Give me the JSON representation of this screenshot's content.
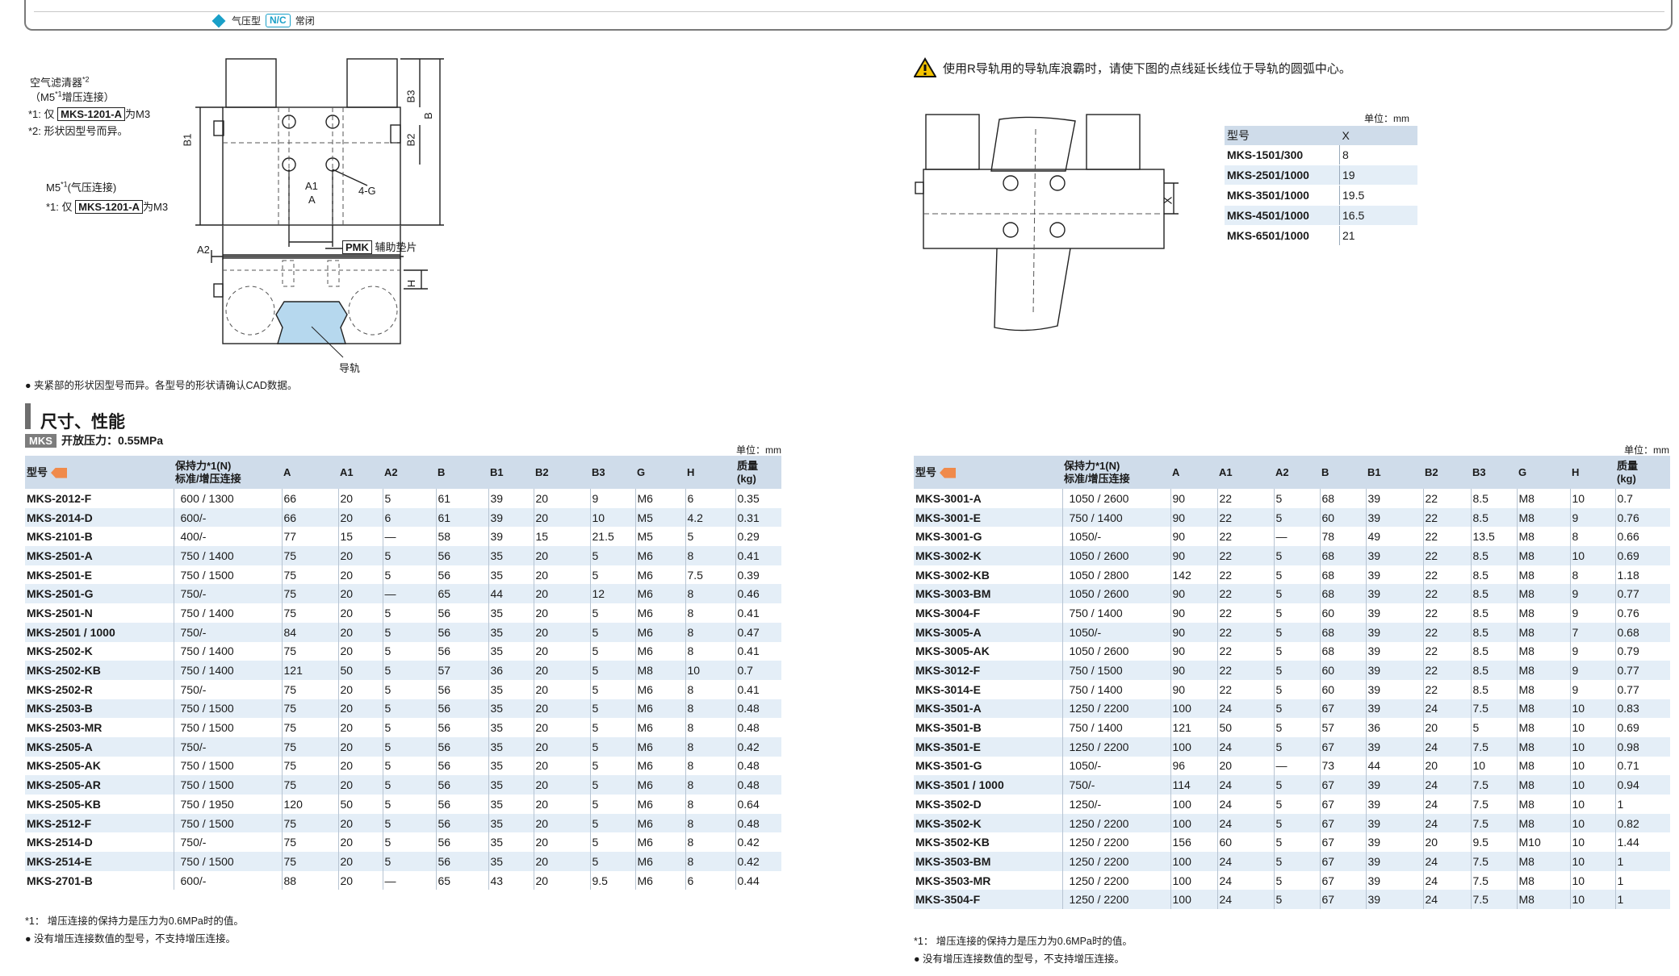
{
  "header": {
    "type_label": "气压型",
    "nc_label": "N/C",
    "nc_text": "常闭"
  },
  "diagram_left": {
    "air_filter": "空气滤清器",
    "air_filter_note": "*2",
    "m5_boost": "（M5",
    "m5_boost_sup": "*1",
    "m5_boost_tail": "增压连接）",
    "note1_pre": "*1: 仅",
    "note1_model": "MKS-1201-A",
    "note1_post": "为M3",
    "note2": "*2: 形状因型号而异。",
    "m5_air": "M5",
    "m5_air_sup": "*1",
    "m5_air_tail": "(气压连接)",
    "note3_pre": "*1: 仅",
    "note3_model": "MKS-1201-A",
    "note3_post": "为M3",
    "dim_A1": "A1",
    "dim_A": "A",
    "dim_4G": "4-G",
    "dim_B": "B",
    "dim_B1": "B1",
    "dim_B2": "B2",
    "dim_B3": "B3",
    "dim_A2": "A2",
    "dim_H": "H",
    "pmk": "PMK",
    "pmk_text": "辅助垫片",
    "rail": "导轨",
    "footnote": "● 夹紧部的形状因型号而异。各型号的形状请确认CAD数据。"
  },
  "warning": {
    "text": "使用R导轨用的导轨库浪霸时，请使下图的点线延长线位于导轨的圆弧中心。",
    "dim_X": "X"
  },
  "x_table": {
    "unit": "单位：mm",
    "headers": [
      "型号",
      "X"
    ],
    "rows": [
      [
        "MKS-1501/300",
        "8"
      ],
      [
        "MKS-2501/1000",
        "19"
      ],
      [
        "MKS-3501/1000",
        "19.5"
      ],
      [
        "MKS-4501/1000",
        "16.5"
      ],
      [
        "MKS-6501/1000",
        "21"
      ]
    ]
  },
  "section": {
    "title": "尺寸、性能",
    "tag": "MKS",
    "pressure": "开放压力：0.55MPa"
  },
  "table_unit": "单位：mm",
  "table_headers": {
    "model": "型号",
    "hold_1": "保持力*1(N)",
    "hold_2": "标准/增压连接",
    "A": "A",
    "A1": "A1",
    "A2": "A2",
    "B": "B",
    "B1": "B1",
    "B2": "B2",
    "B3": "B3",
    "G": "G",
    "H": "H",
    "mass_1": "质量",
    "mass_2": "(kg)"
  },
  "left_rows": [
    [
      "MKS-2012-F",
      "600 / 1300",
      "66",
      "20",
      "5",
      "61",
      "39",
      "20",
      "9",
      "M6",
      "6",
      "0.35"
    ],
    [
      "MKS-2014-D",
      "600/-",
      "66",
      "20",
      "6",
      "61",
      "39",
      "20",
      "10",
      "M5",
      "4.2",
      "0.31"
    ],
    [
      "MKS-2101-B",
      "400/-",
      "77",
      "15",
      "—",
      "58",
      "39",
      "15",
      "21.5",
      "M5",
      "5",
      "0.29"
    ],
    [
      "MKS-2501-A",
      "750 / 1400",
      "75",
      "20",
      "5",
      "56",
      "35",
      "20",
      "5",
      "M6",
      "8",
      "0.41"
    ],
    [
      "MKS-2501-E",
      "750 / 1500",
      "75",
      "20",
      "5",
      "56",
      "35",
      "20",
      "5",
      "M6",
      "7.5",
      "0.39"
    ],
    [
      "MKS-2501-G",
      "750/-",
      "75",
      "20",
      "—",
      "65",
      "44",
      "20",
      "12",
      "M6",
      "8",
      "0.46"
    ],
    [
      "MKS-2501-N",
      "750 / 1400",
      "75",
      "20",
      "5",
      "56",
      "35",
      "20",
      "5",
      "M6",
      "8",
      "0.41"
    ],
    [
      "MKS-2501 / 1000",
      "750/-",
      "84",
      "20",
      "5",
      "56",
      "35",
      "20",
      "5",
      "M6",
      "8",
      "0.47"
    ],
    [
      "MKS-2502-K",
      "750 / 1400",
      "75",
      "20",
      "5",
      "56",
      "35",
      "20",
      "5",
      "M6",
      "8",
      "0.41"
    ],
    [
      "MKS-2502-KB",
      "750 / 1400",
      "121",
      "50",
      "5",
      "57",
      "36",
      "20",
      "5",
      "M8",
      "10",
      "0.7"
    ],
    [
      "MKS-2502-R",
      "750/-",
      "75",
      "20",
      "5",
      "56",
      "35",
      "20",
      "5",
      "M6",
      "8",
      "0.41"
    ],
    [
      "MKS-2503-B",
      "750 / 1500",
      "75",
      "20",
      "5",
      "56",
      "35",
      "20",
      "5",
      "M6",
      "8",
      "0.48"
    ],
    [
      "MKS-2503-MR",
      "750 / 1500",
      "75",
      "20",
      "5",
      "56",
      "35",
      "20",
      "5",
      "M6",
      "8",
      "0.48"
    ],
    [
      "MKS-2505-A",
      "750/-",
      "75",
      "20",
      "5",
      "56",
      "35",
      "20",
      "5",
      "M6",
      "8",
      "0.42"
    ],
    [
      "MKS-2505-AK",
      "750 / 1500",
      "75",
      "20",
      "5",
      "56",
      "35",
      "20",
      "5",
      "M6",
      "8",
      "0.48"
    ],
    [
      "MKS-2505-AR",
      "750 / 1500",
      "75",
      "20",
      "5",
      "56",
      "35",
      "20",
      "5",
      "M6",
      "8",
      "0.48"
    ],
    [
      "MKS-2505-KB",
      "750 / 1950",
      "120",
      "50",
      "5",
      "56",
      "35",
      "20",
      "5",
      "M6",
      "8",
      "0.64"
    ],
    [
      "MKS-2512-F",
      "750 / 1500",
      "75",
      "20",
      "5",
      "56",
      "35",
      "20",
      "5",
      "M6",
      "8",
      "0.48"
    ],
    [
      "MKS-2514-D",
      "750/-",
      "75",
      "20",
      "5",
      "56",
      "35",
      "20",
      "5",
      "M6",
      "8",
      "0.42"
    ],
    [
      "MKS-2514-E",
      "750 / 1500",
      "75",
      "20",
      "5",
      "56",
      "35",
      "20",
      "5",
      "M6",
      "8",
      "0.42"
    ],
    [
      "MKS-2701-B",
      "600/-",
      "88",
      "20",
      "—",
      "65",
      "43",
      "20",
      "9.5",
      "M6",
      "6",
      "0.44"
    ]
  ],
  "right_rows": [
    [
      "MKS-3001-A",
      "1050 / 2600",
      "90",
      "22",
      "5",
      "68",
      "39",
      "22",
      "8.5",
      "M8",
      "10",
      "0.7"
    ],
    [
      "MKS-3001-E",
      "750 / 1400",
      "90",
      "22",
      "5",
      "60",
      "39",
      "22",
      "8.5",
      "M8",
      "9",
      "0.76"
    ],
    [
      "MKS-3001-G",
      "1050/-",
      "90",
      "22",
      "—",
      "78",
      "49",
      "22",
      "13.5",
      "M8",
      "8",
      "0.66"
    ],
    [
      "MKS-3002-K",
      "1050 / 2600",
      "90",
      "22",
      "5",
      "68",
      "39",
      "22",
      "8.5",
      "M8",
      "10",
      "0.69"
    ],
    [
      "MKS-3002-KB",
      "1050 / 2800",
      "142",
      "22",
      "5",
      "68",
      "39",
      "22",
      "8.5",
      "M8",
      "8",
      "1.18"
    ],
    [
      "MKS-3003-BM",
      "1050 / 2600",
      "90",
      "22",
      "5",
      "68",
      "39",
      "22",
      "8.5",
      "M8",
      "9",
      "0.77"
    ],
    [
      "MKS-3004-F",
      "750 / 1400",
      "90",
      "22",
      "5",
      "60",
      "39",
      "22",
      "8.5",
      "M8",
      "9",
      "0.76"
    ],
    [
      "MKS-3005-A",
      "1050/-",
      "90",
      "22",
      "5",
      "68",
      "39",
      "22",
      "8.5",
      "M8",
      "7",
      "0.68"
    ],
    [
      "MKS-3005-AK",
      "1050 / 2600",
      "90",
      "22",
      "5",
      "68",
      "39",
      "22",
      "8.5",
      "M8",
      "9",
      "0.79"
    ],
    [
      "MKS-3012-F",
      "750 / 1500",
      "90",
      "22",
      "5",
      "60",
      "39",
      "22",
      "8.5",
      "M8",
      "9",
      "0.77"
    ],
    [
      "MKS-3014-E",
      "750 / 1400",
      "90",
      "22",
      "5",
      "60",
      "39",
      "22",
      "8.5",
      "M8",
      "9",
      "0.77"
    ],
    [
      "MKS-3501-A",
      "1250 / 2200",
      "100",
      "24",
      "5",
      "67",
      "39",
      "24",
      "7.5",
      "M8",
      "10",
      "0.83"
    ],
    [
      "MKS-3501-B",
      "750 / 1400",
      "121",
      "50",
      "5",
      "57",
      "36",
      "20",
      "5",
      "M8",
      "10",
      "0.69"
    ],
    [
      "MKS-3501-E",
      "1250 / 2200",
      "100",
      "24",
      "5",
      "67",
      "39",
      "24",
      "7.5",
      "M8",
      "10",
      "0.98"
    ],
    [
      "MKS-3501-G",
      "1050/-",
      "96",
      "20",
      "—",
      "73",
      "44",
      "20",
      "10",
      "M8",
      "10",
      "0.71"
    ],
    [
      "MKS-3501 / 1000",
      "750/-",
      "114",
      "24",
      "5",
      "67",
      "39",
      "24",
      "7.5",
      "M8",
      "10",
      "0.94"
    ],
    [
      "MKS-3502-D",
      "1250/-",
      "100",
      "24",
      "5",
      "67",
      "39",
      "24",
      "7.5",
      "M8",
      "10",
      "1"
    ],
    [
      "MKS-3502-K",
      "1250 / 2200",
      "100",
      "24",
      "5",
      "67",
      "39",
      "24",
      "7.5",
      "M8",
      "10",
      "0.82"
    ],
    [
      "MKS-3502-KB",
      "1250 / 2200",
      "156",
      "60",
      "5",
      "67",
      "39",
      "20",
      "9.5",
      "M10",
      "10",
      "1.44"
    ],
    [
      "MKS-3503-BM",
      "1250 / 2200",
      "100",
      "24",
      "5",
      "67",
      "39",
      "24",
      "7.5",
      "M8",
      "10",
      "1"
    ],
    [
      "MKS-3503-MR",
      "1250 / 2200",
      "100",
      "24",
      "5",
      "67",
      "39",
      "24",
      "7.5",
      "M8",
      "10",
      "1"
    ],
    [
      "MKS-3504-F",
      "1250 / 2200",
      "100",
      "24",
      "5",
      "67",
      "39",
      "24",
      "7.5",
      "M8",
      "10",
      "1"
    ]
  ],
  "footnotes": {
    "n1": "*1：  增压连接的保持力是压力为0.6MPa时的值。",
    "n2": "● 没有增压连接数值的型号，不支持增压连接。"
  },
  "colors": {
    "accent": "#1aa0c8",
    "header_bg": "#cfdcea",
    "row_alt": "#e4eef7",
    "tag_orange": "#f08a4b",
    "rail_fill": "#b6d8ee"
  }
}
